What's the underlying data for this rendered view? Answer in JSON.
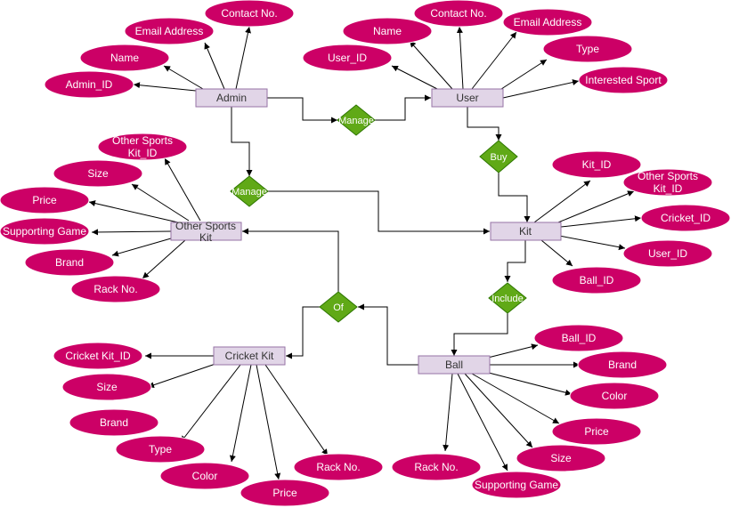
{
  "entities": {
    "admin": "Admin",
    "user": "User",
    "other_sports_kit": [
      "Other Sports",
      "Kit"
    ],
    "kit": "Kit",
    "cricket_kit": "Cricket Kit",
    "ball": "Ball"
  },
  "relationships": {
    "manage_top": "Manage",
    "manage_left": "Manage",
    "buy": "Buy",
    "include": "Include",
    "of": "Of"
  },
  "attributes": {
    "admin": {
      "contact": "Contact No.",
      "email": "Email Address",
      "name": "Name",
      "id": "Admin_ID"
    },
    "user": {
      "contact": "Contact No.",
      "name": "Name",
      "email": "Email Address",
      "id": "User_ID",
      "type": "Type",
      "sport": "Interested Sport"
    },
    "other_sports_kit": {
      "id": [
        "Other Sports",
        "Kit_ID"
      ],
      "size": "Size",
      "price": "Price",
      "game": "Supporting Game",
      "brand": "Brand",
      "rack": "Rack No."
    },
    "kit": {
      "id": "Kit_ID",
      "other_id": [
        "Other Sports",
        "Kit_ID"
      ],
      "cricket_id": "Cricket_ID",
      "user_id": "User_ID",
      "ball_id": "Ball_ID"
    },
    "cricket_kit": {
      "id": "Cricket Kit_ID",
      "size": "Size",
      "brand": "Brand",
      "type": "Type",
      "color": "Color",
      "price": "Price",
      "rack": "Rack No."
    },
    "ball": {
      "id": "Ball_ID",
      "brand": "Brand",
      "color": "Color",
      "price": "Price",
      "size": "Size",
      "game": "Supporting Game",
      "rack": "Rack No."
    }
  },
  "colors": {
    "attribute_fill": "#cc0066",
    "entity_fill": "#e1d5e7",
    "entity_stroke": "#9673a6",
    "relationship_fill": "#60a917"
  }
}
